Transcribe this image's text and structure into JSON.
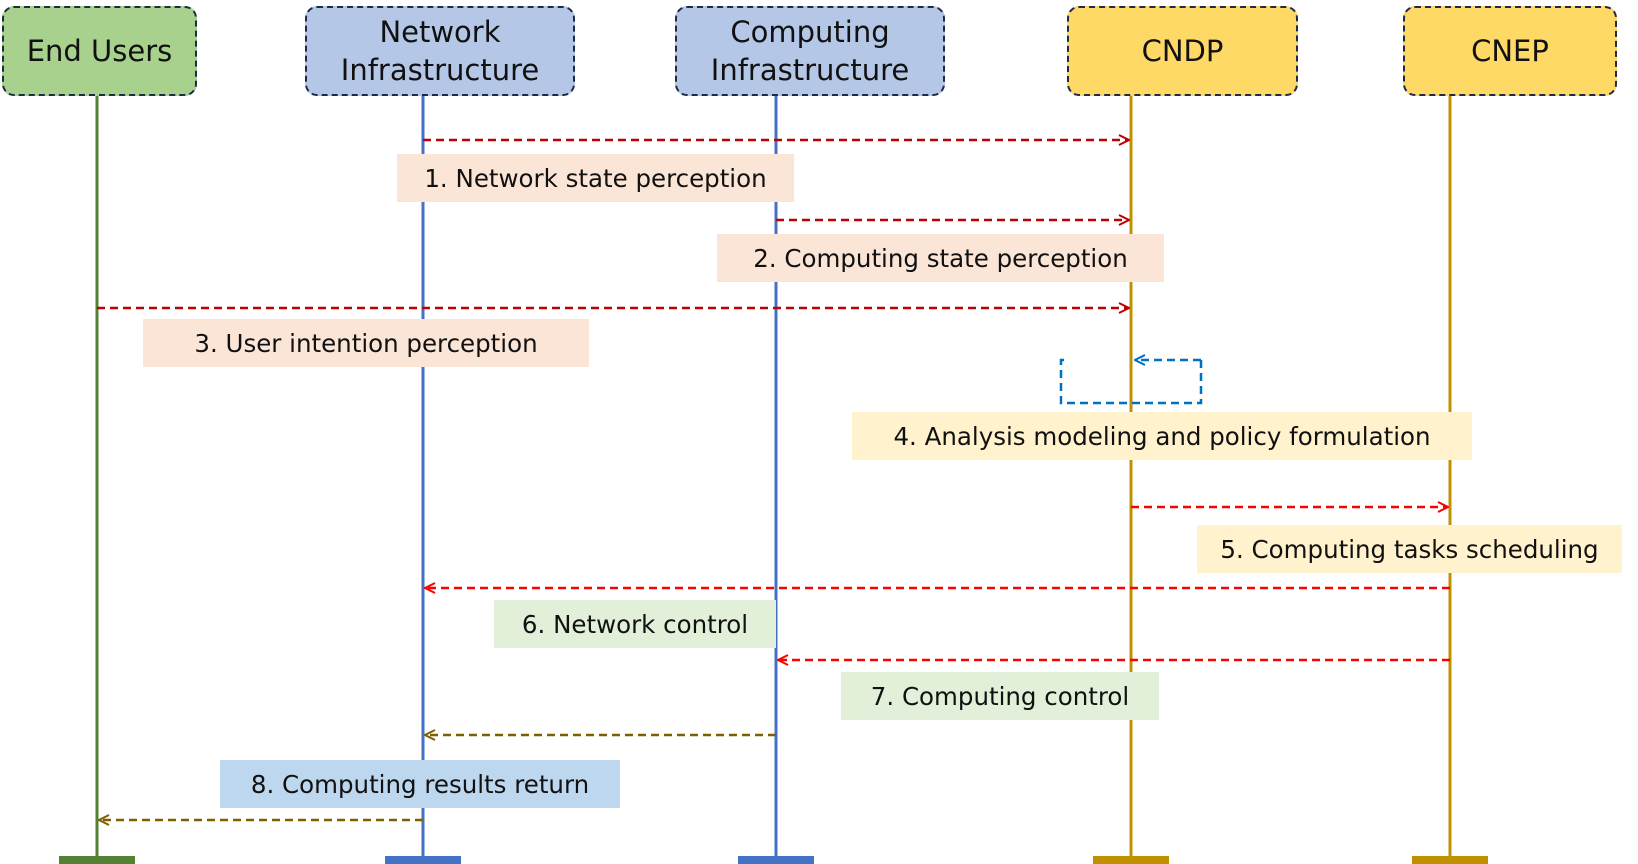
{
  "actors": [
    {
      "id": "end_users",
      "label": "End Users",
      "fill": "#a9d18e",
      "line": "#548235"
    },
    {
      "id": "network",
      "label": "Network\nInfrastructure",
      "fill": "#b4c7e7",
      "line": "#4472c4"
    },
    {
      "id": "computing",
      "label": "Computing\nInfrastructure",
      "fill": "#b4c7e7",
      "line": "#4472c4"
    },
    {
      "id": "cndp",
      "label": "CNDP",
      "fill": "#ffd966",
      "line": "#bf9000"
    },
    {
      "id": "cnep",
      "label": "CNEP",
      "fill": "#ffd966",
      "line": "#bf9000"
    }
  ],
  "steps": [
    {
      "label": "1. Network state perception",
      "from": "network",
      "to": "cndp",
      "color": "#c00000",
      "label_bg": "#fbe5d6"
    },
    {
      "label": "2. Computing state perception",
      "from": "computing",
      "to": "cndp",
      "color": "#c00000",
      "label_bg": "#fbe5d6"
    },
    {
      "label": "3. User intention perception",
      "from": "end_users",
      "to": "cndp",
      "color": "#c00000",
      "label_bg": "#fbe5d6"
    },
    {
      "label": "4. Analysis modeling and policy formulation",
      "from": "cndp",
      "to": "cndp",
      "self_loop": true,
      "color": "#0070c0",
      "label_bg": "#fff2cc"
    },
    {
      "label": "5. Computing tasks scheduling",
      "from": "cndp",
      "to": "cnep",
      "color": "#ff0000",
      "label_bg": "#fff2cc"
    },
    {
      "label": "6. Network control",
      "from": "cnep",
      "to": "network",
      "color": "#ff0000",
      "label_bg": "#e2f0d9"
    },
    {
      "label": "7. Computing control",
      "from": "cnep",
      "to": "computing",
      "color": "#ff0000",
      "label_bg": "#e2f0d9"
    },
    {
      "label": "8. Computing results return",
      "from": "computing",
      "to": "network",
      "color": "#7f6000",
      "label_bg": "#bdd7ee"
    },
    {
      "label": "",
      "from": "network",
      "to": "end_users",
      "color": "#7f6000"
    }
  ]
}
